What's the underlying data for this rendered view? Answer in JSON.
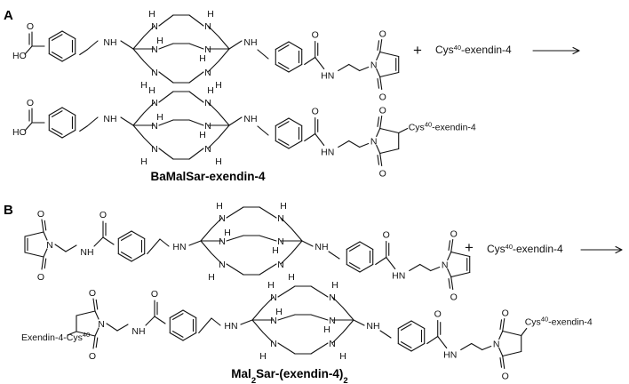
{
  "panels": {
    "a": "A",
    "b": "B"
  },
  "atoms": {
    "nh": "NH",
    "hn": "HN",
    "n": "N",
    "h": "H",
    "o": "O",
    "ho": "HO"
  },
  "reagents": {
    "plus": "+",
    "cys_base": "Cys",
    "cys_sup": "40",
    "exendin_suffix": "-exendin-4",
    "exendin_prefix": "Exendin-4-Cys",
    "exendin_prefix_sup": "40"
  },
  "titles": {
    "product_a": "BaMalSar-exendin-4",
    "product_b_pre": "Mal",
    "product_b_sub1": "2",
    "product_b_mid": "Sar-(exendin-4)",
    "product_b_sub2": "2"
  },
  "colors": {
    "ink": "#111111",
    "background": "#ffffff"
  }
}
